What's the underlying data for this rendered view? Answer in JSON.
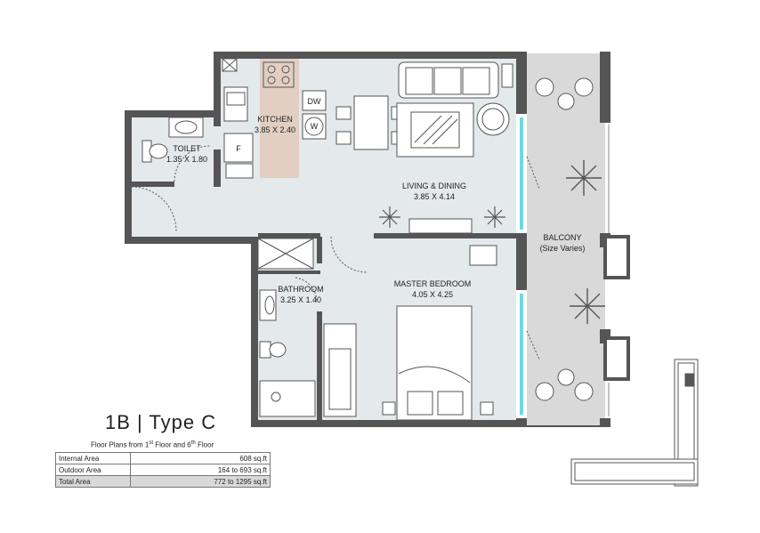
{
  "rooms": {
    "kitchen": {
      "name": "KITCHEN",
      "size": "3.85 X 2.40"
    },
    "toilet": {
      "name": "TOILET",
      "size": "1.35 X 1.80"
    },
    "living": {
      "name": "LIVING & DINING",
      "size": "3.85 X 4.14"
    },
    "balcony": {
      "name": "BALCONY",
      "note": "(Size Varies)"
    },
    "bathroom": {
      "name": "BATHROOM",
      "size": "3.25 X 1.40"
    },
    "bedroom": {
      "name": "MASTER BEDROOM",
      "size": "4.05 X 4.25"
    }
  },
  "appliances": {
    "dishwasher": "DW",
    "washer": "W",
    "fridge": "F"
  },
  "unit": {
    "title": "1B | Type  C"
  },
  "floors": {
    "prefix": "Floor Plans from 1",
    "first_sup": "st",
    "middle": " Floor  and 6",
    "sixth_sup": "th",
    "suffix": " Floor"
  },
  "areas": [
    {
      "label": "Internal Area",
      "value": "608 sq.ft"
    },
    {
      "label": "Outdoor Area",
      "value": "164 to 693  sq.ft"
    },
    {
      "label": "Total Area",
      "value": "772 to 1295 sq.ft"
    }
  ],
  "colors": {
    "wall": "#555555",
    "floor": "#e4e9ec",
    "balcony": "#d9d9d9",
    "glass": "#6fd8e8",
    "counter": "#e2cfc2"
  }
}
